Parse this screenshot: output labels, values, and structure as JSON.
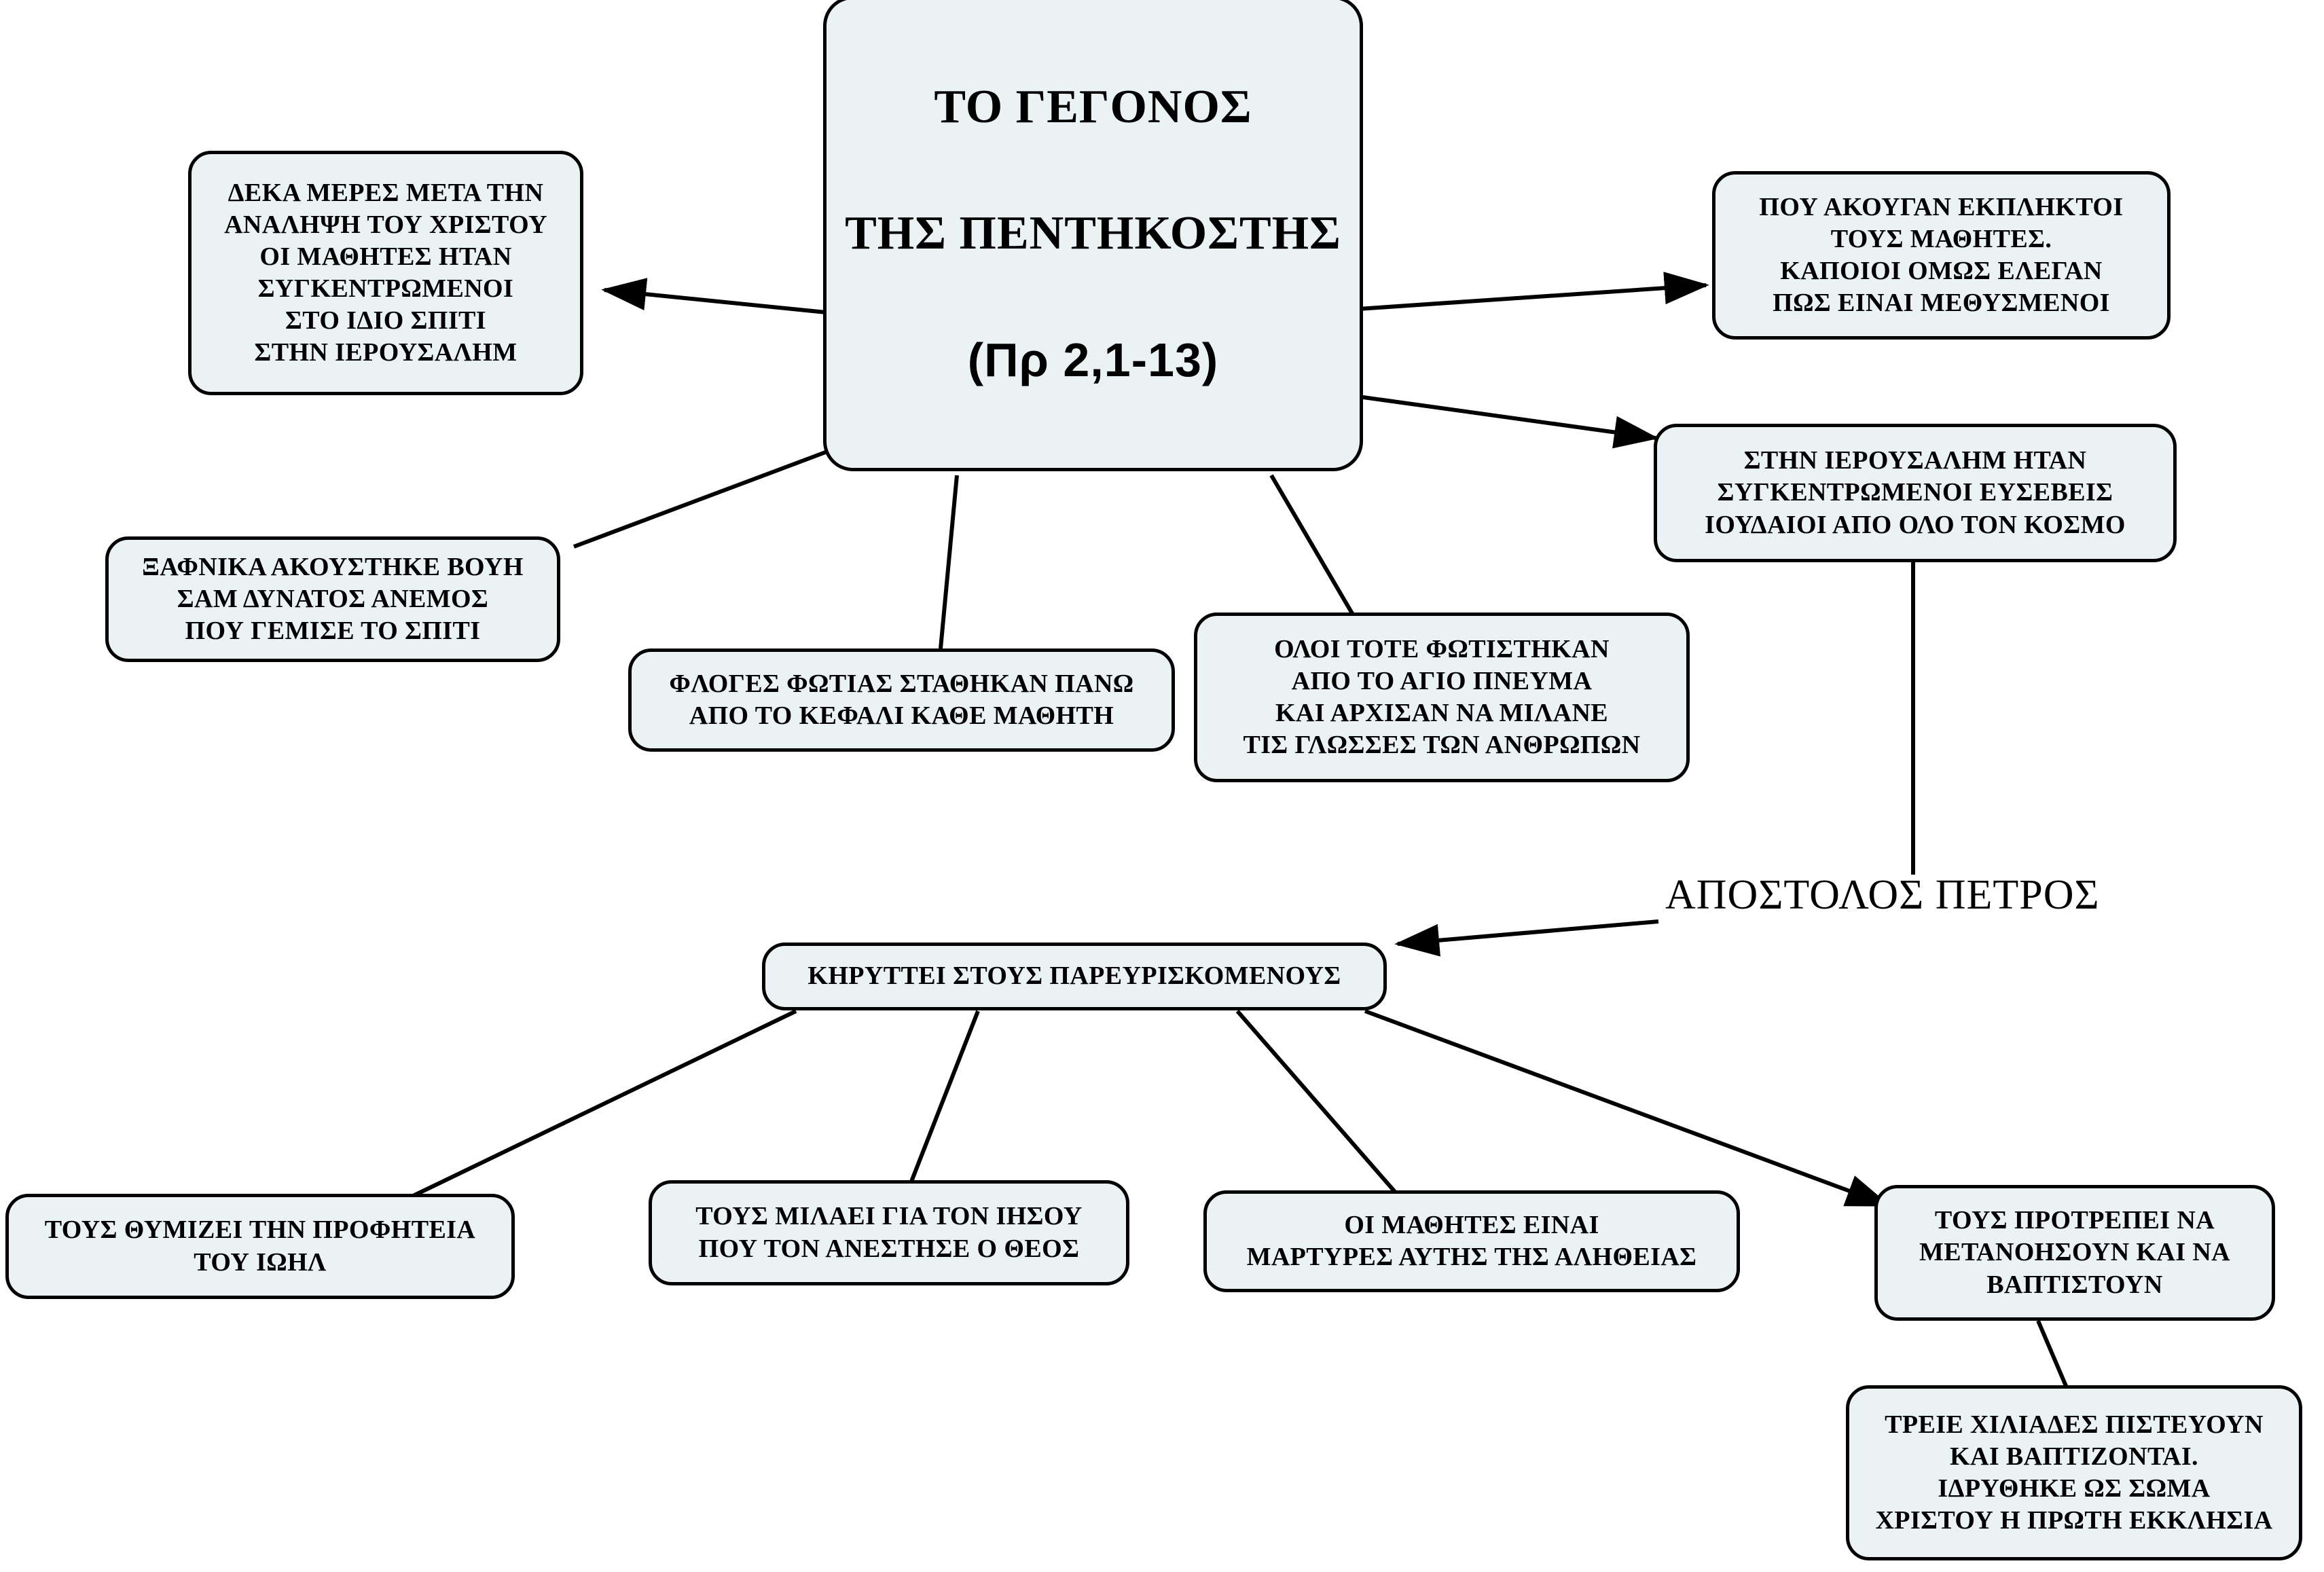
{
  "diagram": {
    "title_node": {
      "line1": "ΤΟ ΓΕΓΟΝΟΣ",
      "line2": "ΤΗΣ ΠΕΝΤΗΚΟΣΤΗΣ",
      "line3": "(Πρ 2,1-13)"
    },
    "plain_label": "ΑΠΟΣΤΟΛΟΣ ΠΕΤΡΟΣ",
    "nodes": [
      {
        "id": "ten-days",
        "text": "ΔΕΚΑ ΜΕΡΕΣ ΜΕΤΑ ΤΗΝ\nΑΝΑΛΗΨΗ ΤΟΥ ΧΡΙΣΤΟΥ\nΟΙ ΜΑΘΗΤΕΣ ΗΤΑΝ\nΣΥΓΚΕΝΤΡΩΜΕΝΟΙ\nΣΤΟ ΙΔΙΟ ΣΠΙΤΙ\nΣΤΗΝ ΙΕΡΟΥΣΑΛΗΜ"
      },
      {
        "id": "sudden-noise",
        "text": "ΞΑΦΝΙΚΑ ΑΚΟΥΣΤΗΚΕ ΒΟΥΗ\nΣΑΜ ΔΥΝΑΤΟΣ ΑΝΕΜΟΣ\nΠΟΥ ΓΕΜΙΣΕ ΤΟ ΣΠΙΤΙ"
      },
      {
        "id": "flames",
        "text": "ΦΛΟΓΕΣ ΦΩΤΙΑΣ ΣΤΑΘΗΚΑΝ ΠΑΝΩ\nΑΠΟ ΤΟ ΚΕΦΑΛΙ ΚΑΘΕ ΜΑΘΗΤΗ"
      },
      {
        "id": "enlightened",
        "text": "ΟΛΟΙ ΤΟΤΕ ΦΩΤΙΣΤΗΚΑΝ\nΑΠΟ ΤΟ ΑΓΙΟ ΠΝΕΥΜΑ\nΚΑΙ ΑΡΧΙΣΑΝ ΝΑ ΜΙΛΑΝΕ\nΤΙΣ ΓΛΩΣΣΕΣ ΤΩΝ ΑΝΘΡΩΠΩΝ"
      },
      {
        "id": "astonished",
        "text": "ΠΟΥ ΑΚΟΥΓΑΝ  ΕΚΠΛΗΚΤΟΙ\nΤΟΥΣ ΜΑΘΗΤΕΣ.\nΚΑΠΟΙΟΙ ΟΜΩΣ ΕΛΕΓΑΝ\nΠΩΣ ΕΙΝΑΙ ΜΕΘΥΣΜΕΝΟΙ"
      },
      {
        "id": "pious-jews",
        "text": "ΣΤΗΝ ΙΕΡΟΥΣΑΛΗΜ ΗΤΑΝ\nΣΥΓΚΕΝΤΡΩΜΕΝΟΙ ΕΥΣΕΒΕΙΣ\nΙΟΥΔΑΙΟΙ ΑΠΟ ΟΛΟ ΤΟΝ ΚΟΣΜΟ"
      },
      {
        "id": "preaches",
        "text": "ΚΗΡΥΤΤΕΙ ΣΤΟΥΣ ΠΑΡΕΥΡΙΣΚΟΜΕΝΟΥΣ"
      },
      {
        "id": "joel-prophecy",
        "text": "ΤΟΥΣ ΘΥΜΙΖΕΙ ΤΗΝ ΠΡΟΦΗΤΕΙΑ\nΤΟΥ ΙΩΗΛ"
      },
      {
        "id": "about-jesus",
        "text": "ΤΟΥΣ ΜΙΛΑΕΙ ΓΙΑ ΤΟΝ ΙΗΣΟΥ\nΠΟΥ ΤΟΝ ΑΝΕΣΤΗΣΕ Ο ΘΕΟΣ"
      },
      {
        "id": "witnesses",
        "text": "ΟΙ ΜΑΘΗΤΕΣ ΕΙΝΑΙ\nΜΑΡΤΥΡΕΣ ΑΥΤΗΣ ΤΗΣ ΑΛΗΘΕΙΑΣ"
      },
      {
        "id": "repent",
        "text": "ΤΟΥΣ ΠΡΟΤΡΕΠΕΙ ΝΑ\nΜΕΤΑΝΟΗΣΟΥΝ ΚΑΙ ΝΑ\nΒΑΠΤΙΣΤΟΥΝ"
      },
      {
        "id": "three-thousand",
        "text": "ΤΡΕΙΕ ΧΙΛΙΑΔΕΣ ΠΙΣΤΕΥΟΥΝ\nΚΑΙ ΒΑΠΤΙΖΟΝΤΑΙ.\nΙΔΡΥΘΗΚΕ ΩΣ ΣΩΜΑ\nΧΡΙΣΤΟΥ Η ΠΡΩΤΗ ΕΚΚΛΗΣΙΑ"
      }
    ],
    "colors": {
      "node_fill": "#EBF2F4",
      "node_border": "#000000",
      "connector": "#000000",
      "text": "#000000",
      "background": "#FFFFFF"
    }
  }
}
